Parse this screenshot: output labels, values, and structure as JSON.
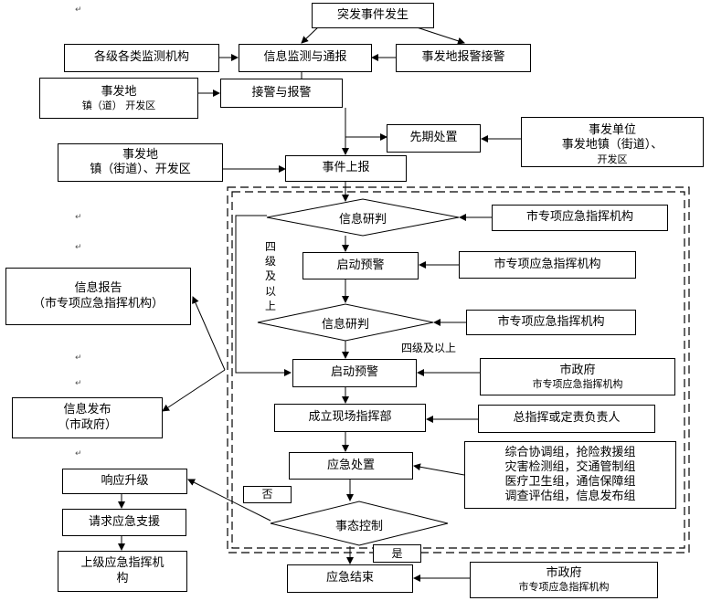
{
  "nodes": {
    "occurrence": "突发事件发生",
    "monitor_orgs": "各级各类监测机构",
    "info_monitor": "信息监测与通报",
    "site_report": "事发地报警接警",
    "site_town_1": "事发地",
    "site_town_2": "镇（道） 开发区",
    "receive_report": "接警与报警",
    "prior_handling": "先期处置",
    "unit_1": "事发单位",
    "unit_2": "事发地镇（街道）、",
    "unit_3": "开发区",
    "site_town2_1": "事发地",
    "site_town2_2": "镇（街道）、开发区",
    "event_report": "事件上报",
    "info_judge_1": "信息研判",
    "city_cmd_1": "市专项应急指挥机构",
    "start_warn_1": "启动预警",
    "city_cmd_2": "市专项应急指挥机构",
    "info_judge_2": "信息研判",
    "city_cmd_3": "市专项应急指挥机构",
    "info_report_1": "信息报告",
    "info_report_2": "（市专项应急指挥机构）",
    "level_four_above": "四级及以上",
    "start_warn_2": "启动预警",
    "gov_1_a": "市政府",
    "gov_1_b": "市专项应急指挥机构",
    "info_release_1": "信息发布",
    "info_release_2": "（市政府）",
    "field_hq": "成立现场指挥部",
    "commander": "总指挥或定责负责人",
    "emergency_handling": "应急处置",
    "groups": [
      "综合协调组，抢险救援组",
      "灾害检测组，交通管制组",
      "医疗卫生组，通信保障组",
      "调查评估组，信息发布组"
    ],
    "response_upgrade": "响应升级",
    "no_label": "否",
    "request_support": "请求应急支援",
    "upper_cmd_1": "上级应急指挥机",
    "upper_cmd_2": "构",
    "situation_control": "事态控制",
    "yes_label": "是",
    "gov_2_a": "市政府",
    "gov_2_b": "市专项应急指挥机构",
    "emergency_end": "应急结束",
    "level_vertical": "四级及以上"
  },
  "paragraph_mark": "↵"
}
